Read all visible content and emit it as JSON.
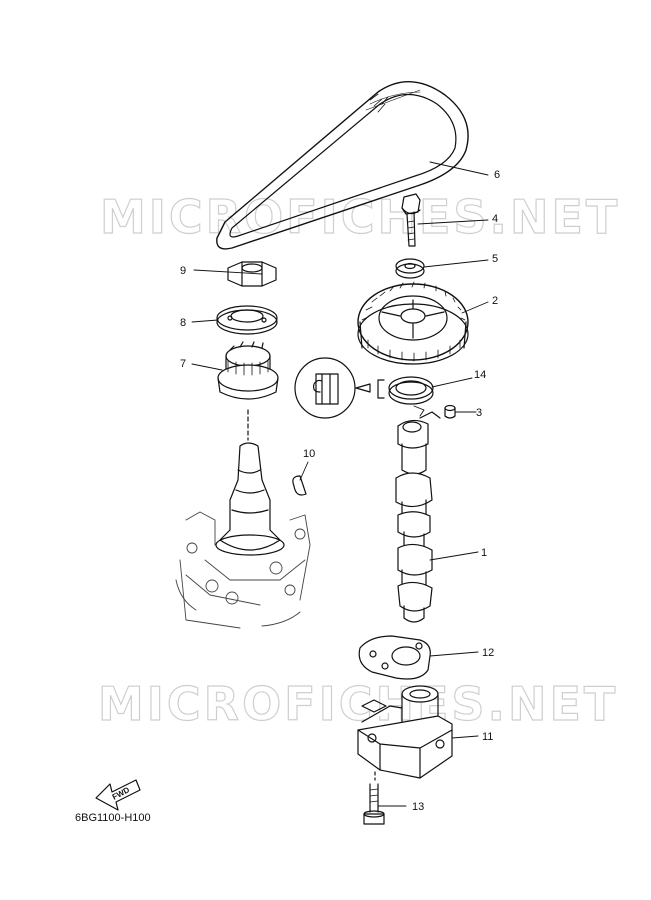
{
  "diagram": {
    "code": "6BG1100-H100",
    "fwd_label": "FWD",
    "watermark": "MICROFICHES.NET",
    "callouts": [
      {
        "id": "c1",
        "label": "1"
      },
      {
        "id": "c2",
        "label": "2"
      },
      {
        "id": "c3",
        "label": "3"
      },
      {
        "id": "c4",
        "label": "4"
      },
      {
        "id": "c5",
        "label": "5"
      },
      {
        "id": "c6",
        "label": "6"
      },
      {
        "id": "c7",
        "label": "7"
      },
      {
        "id": "c8",
        "label": "8"
      },
      {
        "id": "c9",
        "label": "9"
      },
      {
        "id": "c10",
        "label": "10"
      },
      {
        "id": "c11",
        "label": "11"
      },
      {
        "id": "c12",
        "label": "12"
      },
      {
        "id": "c13",
        "label": "13"
      },
      {
        "id": "c14",
        "label": "14"
      }
    ]
  }
}
